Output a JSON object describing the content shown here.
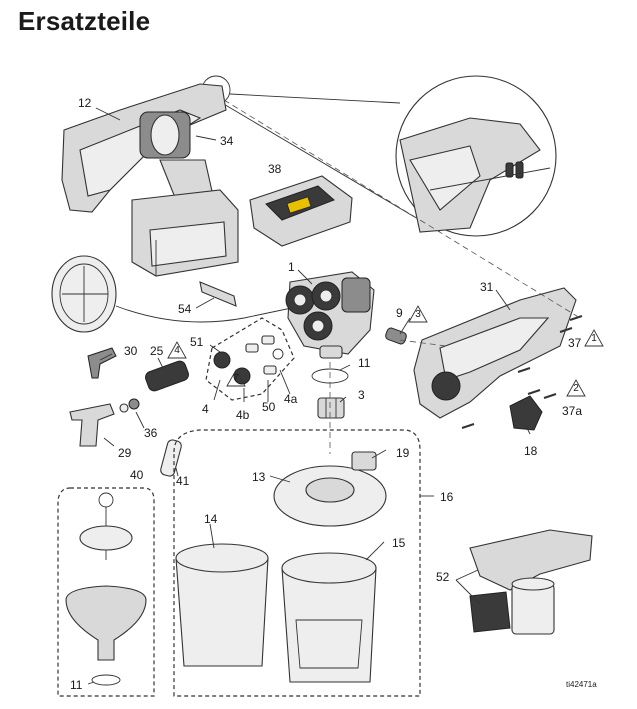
{
  "title": "Ersatzteile",
  "labels": {
    "l12": "12",
    "l34": "34",
    "l38": "38",
    "l1": "1",
    "l54": "54",
    "l9": "9",
    "l31": "31",
    "l37": "37",
    "l51": "51",
    "l30": "30",
    "l25": "25",
    "l11a": "11",
    "l3": "3",
    "l4": "4",
    "l4b": "4b",
    "l50": "50",
    "l4a": "4a",
    "l37a": "37a",
    "l36": "36",
    "l29": "29",
    "l18": "18",
    "l41": "41",
    "l19": "19",
    "l40": "40",
    "l13": "13",
    "l16": "16",
    "l14": "14",
    "l15": "15",
    "l52": "52",
    "l11b": "11"
  },
  "warnings": {
    "w3": "3",
    "w4": "4",
    "w7": "7",
    "w1": "1",
    "w2": "2"
  },
  "ref": "ti42471a"
}
